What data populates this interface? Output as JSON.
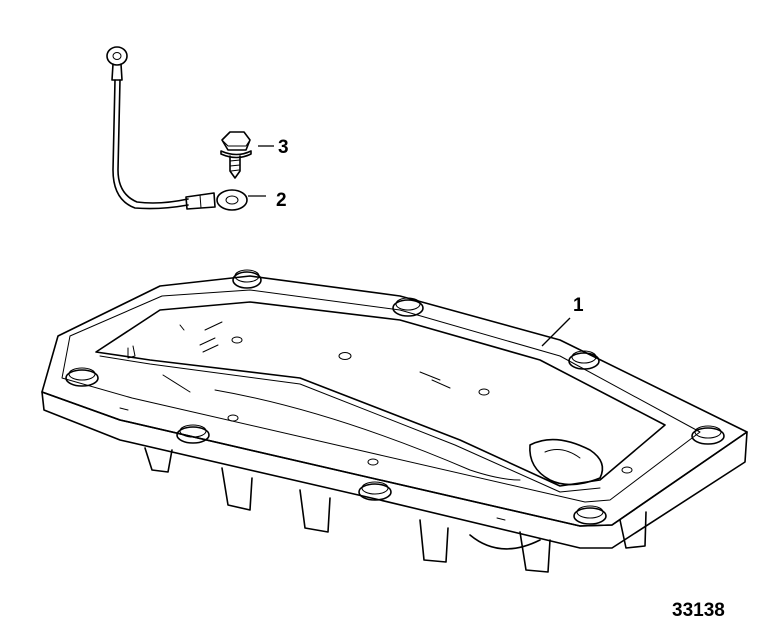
{
  "callouts": [
    {
      "label": "1",
      "part_icon": "anodic-plate-icon"
    },
    {
      "label": "2",
      "part_icon": "ground-strap-icon"
    },
    {
      "label": "3",
      "part_icon": "screw-icon"
    }
  ],
  "figure_number": "33138",
  "colors": {
    "line": "#000000",
    "plate_top": "#ffffff",
    "plate_side": "#f4f4f4",
    "plate_shadow": "#e2e2e2",
    "fastener_head": "#d6d6d6"
  }
}
